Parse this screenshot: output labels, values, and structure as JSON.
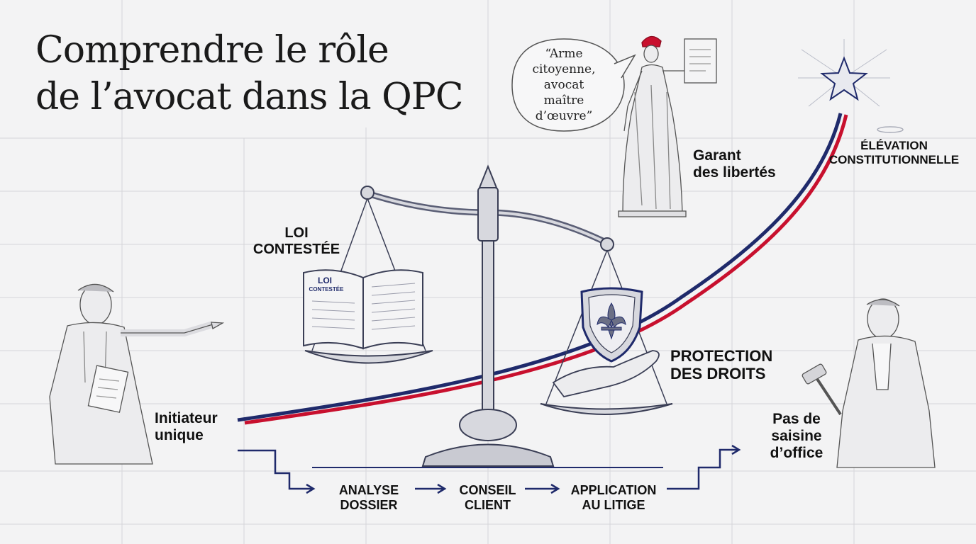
{
  "title": {
    "line1": "Comprendre le rôle",
    "line2": "de l’avocat dans la QPC"
  },
  "quote": {
    "lines": [
      "“Arme",
      "citoyenne,",
      "avocat",
      "maître",
      "d’œuvre”"
    ]
  },
  "labels": {
    "garant": [
      "Garant",
      "des libertés"
    ],
    "elevation": [
      "ÉLÉVATION",
      "CONSTITUTIONNELLE"
    ],
    "loi_contestee": [
      "LOI",
      "CONTESTÉE"
    ],
    "protection": [
      "PROTECTION",
      "DES DROITS"
    ],
    "initiateur": [
      "Initiateur",
      "unique"
    ],
    "pas_saisine": [
      "Pas de",
      "saisine",
      "d’office"
    ]
  },
  "book_cover": [
    "LOI",
    "CONTESTÉE"
  ],
  "steps": [
    {
      "lines": [
        "ANALYSE",
        "DOSSIER"
      ]
    },
    {
      "lines": [
        "CONSEIL",
        "CLIENT"
      ]
    },
    {
      "lines": [
        "APPLICATION",
        "AU LITIGE"
      ]
    }
  ],
  "colors": {
    "navy": "#1f2a6b",
    "red": "#c8102e",
    "ink": "#111111",
    "grid": "#d6d6da"
  }
}
